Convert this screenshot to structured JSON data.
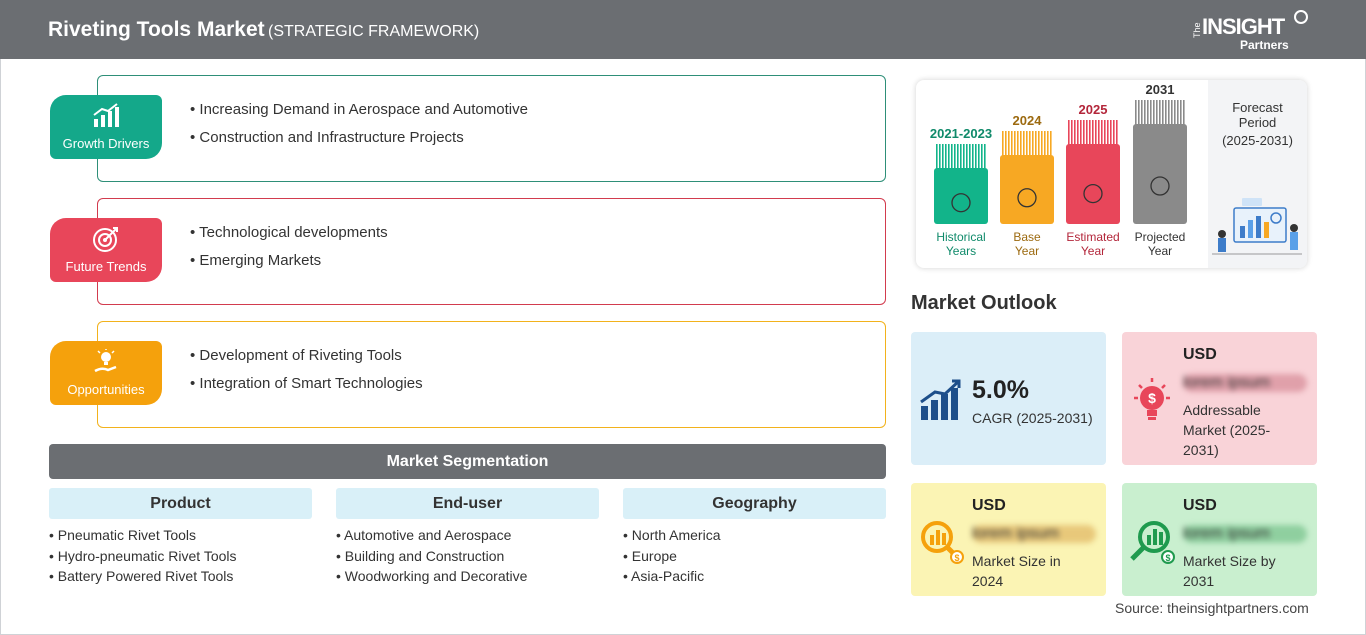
{
  "header": {
    "title": "Riveting Tools Market",
    "subtitle": "(STRATEGIC FRAMEWORK)"
  },
  "logo": {
    "the": "The",
    "insight": "INSIGHT",
    "partners": "Partners"
  },
  "framework": [
    {
      "label": "Growth Drivers",
      "color": "#14a88a",
      "border": "#2e8f78",
      "icon": "bar-chart-growth-icon",
      "points": [
        "Increasing Demand in Aerospace and Automotive",
        "Construction and Infrastructure Projects"
      ]
    },
    {
      "label": "Future Trends",
      "color": "#e8465a",
      "border": "#d23b4e",
      "icon": "target-arrow-icon",
      "points": [
        "Technological developments",
        "Emerging Markets"
      ]
    },
    {
      "label": "Opportunities",
      "color": "#f5a10c",
      "border": "#f2b21c",
      "icon": "hand-lightbulb-icon",
      "points": [
        "Development of Riveting Tools",
        "Integration of Smart Technologies"
      ]
    }
  ],
  "segmentation": {
    "title": "Market Segmentation",
    "columns": [
      {
        "header": "Product",
        "items": [
          "Pneumatic Rivet Tools",
          "Hydro-pneumatic Rivet Tools",
          "Battery Powered Rivet Tools"
        ]
      },
      {
        "header": "End-user",
        "items": [
          "Automotive and Aerospace",
          "Building and Construction",
          "Woodworking and Decorative"
        ]
      },
      {
        "header": "Geography",
        "items": [
          "North America",
          "Europe",
          "Asia-Pacific"
        ]
      }
    ]
  },
  "timeline": {
    "bars": [
      {
        "year": "2021-2023",
        "label1": "Historical",
        "label2": "Years",
        "color": "#12b48a",
        "yearColor": "#0f8a6a",
        "labelColor": "#0f8a6a",
        "icon": "history-clock-icon"
      },
      {
        "year": "2024",
        "label1": "Base",
        "label2": "Year",
        "color": "#f7a823",
        "yearColor": "#9c6a10",
        "labelColor": "#9c6a10",
        "icon": "calendar-icon"
      },
      {
        "year": "2025",
        "label1": "Estimated",
        "label2": "Year",
        "color": "#e8465a",
        "yearColor": "#b3263a",
        "labelColor": "#b3263a",
        "icon": "gears-chart-icon"
      },
      {
        "year": "2031",
        "label1": "Projected",
        "label2": "Year",
        "color": "#8a8a8a",
        "yearColor": "#333333",
        "labelColor": "#333333",
        "icon": "presentation-board-icon"
      }
    ],
    "forecast_title1": "Forecast",
    "forecast_title2": "Period",
    "forecast_range": "(2025-2031)"
  },
  "outlook": {
    "title": "Market Outlook",
    "cagr": {
      "value": "5.0%",
      "label": "CAGR (2025-2031)",
      "bg": "#dbeef8",
      "icon": "rising-bars-icon"
    },
    "addressable": {
      "currency": "USD",
      "value": "lorem ipsum",
      "desc1": "Addressable",
      "desc2": "Market (2025-",
      "desc3": "2031)",
      "bg": "#f9d3d8",
      "icon": "lightbulb-dollar-icon"
    },
    "size2024": {
      "currency": "USD",
      "value": "lorem ipsum",
      "desc1": "Market Size in",
      "desc2": "2024",
      "bg": "#fbf4b4",
      "icon": "magnifier-dollar-icon"
    },
    "size2031": {
      "currency": "USD",
      "value": "lorem ipsum",
      "desc1": "Market Size by",
      "desc2": "2031",
      "bg": "#c9efcf",
      "icon": "magnifier-chart-icon"
    }
  },
  "source": "Source: theinsightpartners.com"
}
